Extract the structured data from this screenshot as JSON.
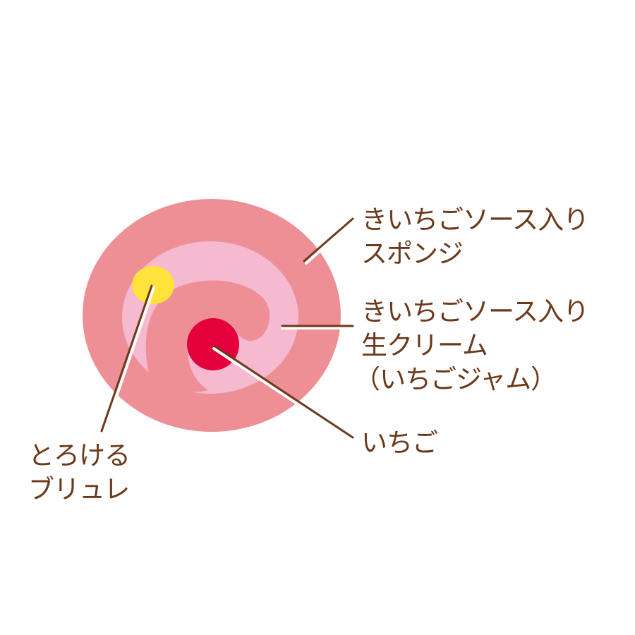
{
  "colors": {
    "sponge": "#ee8f96",
    "cream": "#f5b9d0",
    "brulee": "#ffe23a",
    "strawberry": "#e4003a",
    "text": "#6b3a1c"
  },
  "labels": {
    "sponge": [
      "きいちごソース入り",
      "スポンジ"
    ],
    "cream": [
      "きいちごソース入り",
      "生クリーム",
      "（いちごジャム）"
    ],
    "strawberry": [
      "いちご"
    ],
    "brulee": [
      "とろける",
      "ブリュレ"
    ]
  }
}
